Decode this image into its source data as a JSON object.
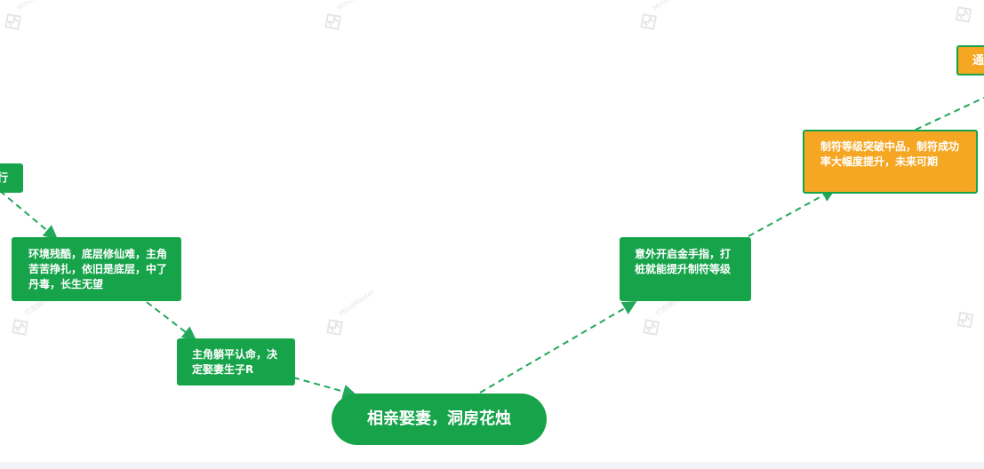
{
  "watermark": {
    "brand_cn": "亿图脑图",
    "brand_en": "MindMaster"
  },
  "nodes": {
    "node_left_edge": "行",
    "node_env": "环境残酷，底层修仙难，主角苦苦挣扎，依旧是底层，中了丹毒，长生无望",
    "node_accept": "主角躺平认命，决定娶妻生子R",
    "node_center": "相亲娶妻，洞房花烛",
    "node_cheat": "意外开启金手指，打桩就能提升制符等级",
    "node_breakthrough": "制符等级突破中品，制符成功率大幅度提升，未来可期",
    "node_top_right": "通"
  },
  "colors": {
    "green": "#16a34a",
    "orange": "#f5a623",
    "connector": "#22a85a"
  }
}
